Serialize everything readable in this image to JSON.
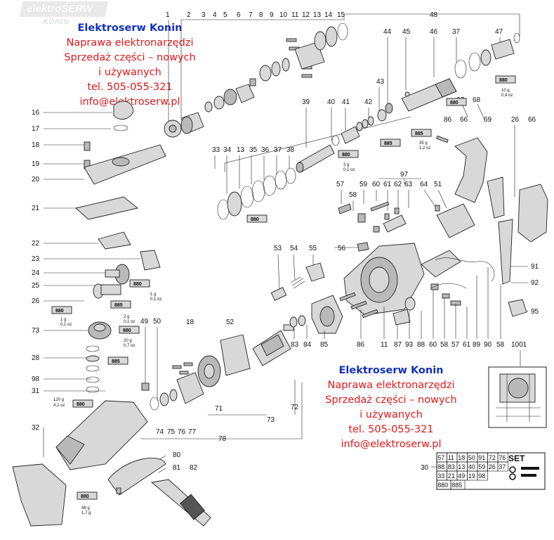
{
  "watermark": {
    "brand": "elektroSERW",
    "sub": "KONIN"
  },
  "ad_top": {
    "line1": "Elektroserw Konin",
    "line2": "Naprawa elektronarzędzi",
    "line3": "Sprzedaż części – nowych",
    "line4": "i używanych",
    "line5": "tel. 505-055-321",
    "line6": "info@elektroserw.pl"
  },
  "ad_bottom": {
    "line1": "Elektroserw Konin",
    "line2": "Naprawa elektronarzędzi",
    "line3": "Sprzedaż części – nowych",
    "line4": "i używanych",
    "line5": "tel. 505-055-321",
    "line6": "info@elektroserw.pl"
  },
  "labels": {
    "p1": "1",
    "p2": "2",
    "p3": "3",
    "p4": "4",
    "p5": "5",
    "p6": "6",
    "p7": "7",
    "p8": "8",
    "p9": "9",
    "p10": "10",
    "p11": "11",
    "p12": "12",
    "p13": "13",
    "p14": "14",
    "p15": "15",
    "p16": "16",
    "p17": "17",
    "p18": "18",
    "p19": "19",
    "p20": "20",
    "p21": "21",
    "p22": "22",
    "p23": "23",
    "p24": "24",
    "p25": "25",
    "p26": "26",
    "p73": "73",
    "p28": "28",
    "p98": "98",
    "p31": "31",
    "p32": "32",
    "p49": "49",
    "p50": "50",
    "p18b": "18",
    "p52": "52",
    "p74": "74",
    "p75": "75",
    "p76": "76",
    "p77": "77",
    "p71": "71",
    "p73b": "73",
    "p72": "72",
    "p78": "78",
    "p80": "80",
    "p81": "81",
    "p82": "82",
    "p33": "33",
    "p34": "34",
    "p13b": "13",
    "p35": "35",
    "p36": "36",
    "p37b": "37",
    "p38": "38",
    "p39": "39",
    "p40": "40",
    "p41": "41",
    "p42": "42",
    "p43": "43",
    "p44": "44",
    "p45": "45",
    "p46": "46",
    "p37": "37",
    "p47": "47",
    "p48": "48",
    "p86": "86",
    "p66": "66",
    "p67": "67",
    "p68": "68",
    "p69": "69",
    "p26b": "26",
    "p66b": "66",
    "p97": "97",
    "p57": "57",
    "p58": "58",
    "p59": "59",
    "p60": "60",
    "p61": "61",
    "p62": "62",
    "p63": "63",
    "p64": "64",
    "p51": "51",
    "p56": "56",
    "p53": "53",
    "p54": "54",
    "p55": "55",
    "p91": "91",
    "p92": "92",
    "p95": "95",
    "p83": "83",
    "p84": "84",
    "p85": "85",
    "p86b": "86",
    "p11b": "11",
    "p87": "87",
    "p93": "93",
    "p88": "88",
    "p60b": "60",
    "p58b": "58",
    "p57b": "57",
    "p61b": "61",
    "p89": "89",
    "p90": "90",
    "p58c": "58",
    "p1001": "1001",
    "p30": "30"
  },
  "tubes": {
    "t880": "880",
    "t885": "885"
  },
  "grease_notes": {
    "g1": "10 g",
    "g1b": "0,4 oz",
    "g2": "35 g",
    "g2b": "1,2 oz",
    "g3": "3 g",
    "g3b": "0,1 oz",
    "g4": "1 g",
    "g4b": "0,1 oz",
    "g5": "2 g",
    "g5b": "0,1 oz",
    "g6": "1 g",
    "g6b": "0,1 oz",
    "g7": "20 g",
    "g7b": "0,7 oz",
    "g8": "120 g",
    "g8b": "4,2 oz",
    "g9": "48 g",
    "g9b": "1,7 g"
  },
  "set_table": {
    "title": "SET",
    "rows": [
      [
        "57",
        "11",
        "18",
        "50",
        "91",
        "72",
        "76"
      ],
      [
        "88",
        "83",
        "13",
        "40",
        "59",
        "26",
        "37"
      ],
      [
        "33",
        "21",
        "49",
        "19",
        "98",
        "",
        ""
      ],
      [
        "880",
        "885",
        "",
        "",
        "",
        "",
        ""
      ]
    ]
  }
}
